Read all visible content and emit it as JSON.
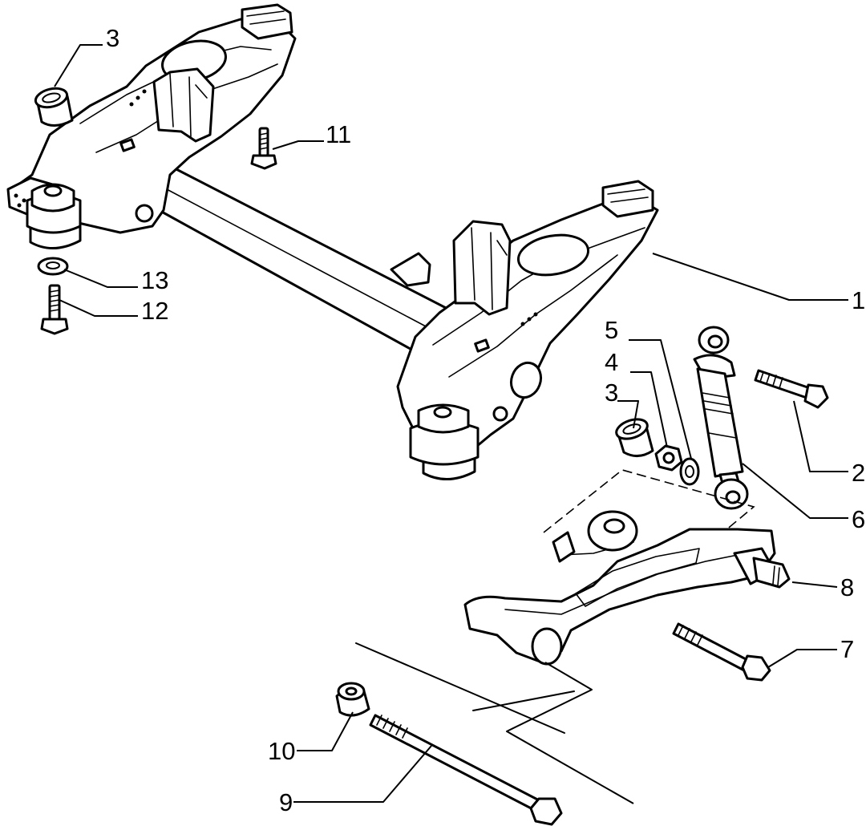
{
  "callouts": {
    "c1": "1",
    "c2": "2",
    "c3_top": "3",
    "c3_right": "3",
    "c4": "4",
    "c5": "5",
    "c6": "6",
    "c7": "7",
    "c8": "8",
    "c9": "9",
    "c10": "10",
    "c11": "11",
    "c12": "12",
    "c13": "13"
  }
}
